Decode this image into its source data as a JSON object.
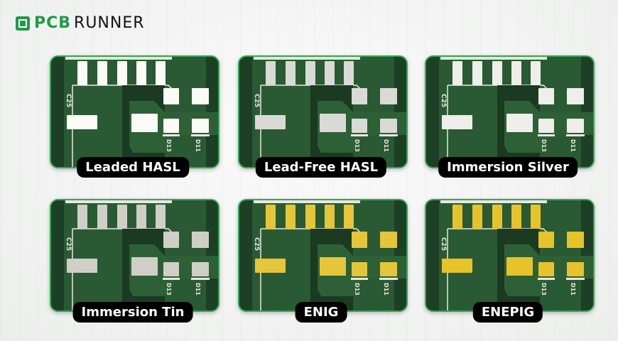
{
  "logo": {
    "brand_part1": "PCB",
    "brand_part2": "RUNNER",
    "icon": "circuit-chip-icon",
    "brand_color": "#1f9a48"
  },
  "board": {
    "silkscreen": [
      "C25",
      "D13",
      "D11"
    ]
  },
  "finishes": [
    {
      "label": "Leaded HASL",
      "pad_color": "#fbfbf6"
    },
    {
      "label": "Lead-Free HASL",
      "pad_color": "#d9dad6"
    },
    {
      "label": "Immersion Silver",
      "pad_color": "#eeeeea"
    },
    {
      "label": "Immersion Tin",
      "pad_color": "#cfcfc8"
    },
    {
      "label": "ENIG",
      "pad_color": "#e5c63a"
    },
    {
      "label": "ENEPIG",
      "pad_color": "#e8c22a"
    }
  ]
}
